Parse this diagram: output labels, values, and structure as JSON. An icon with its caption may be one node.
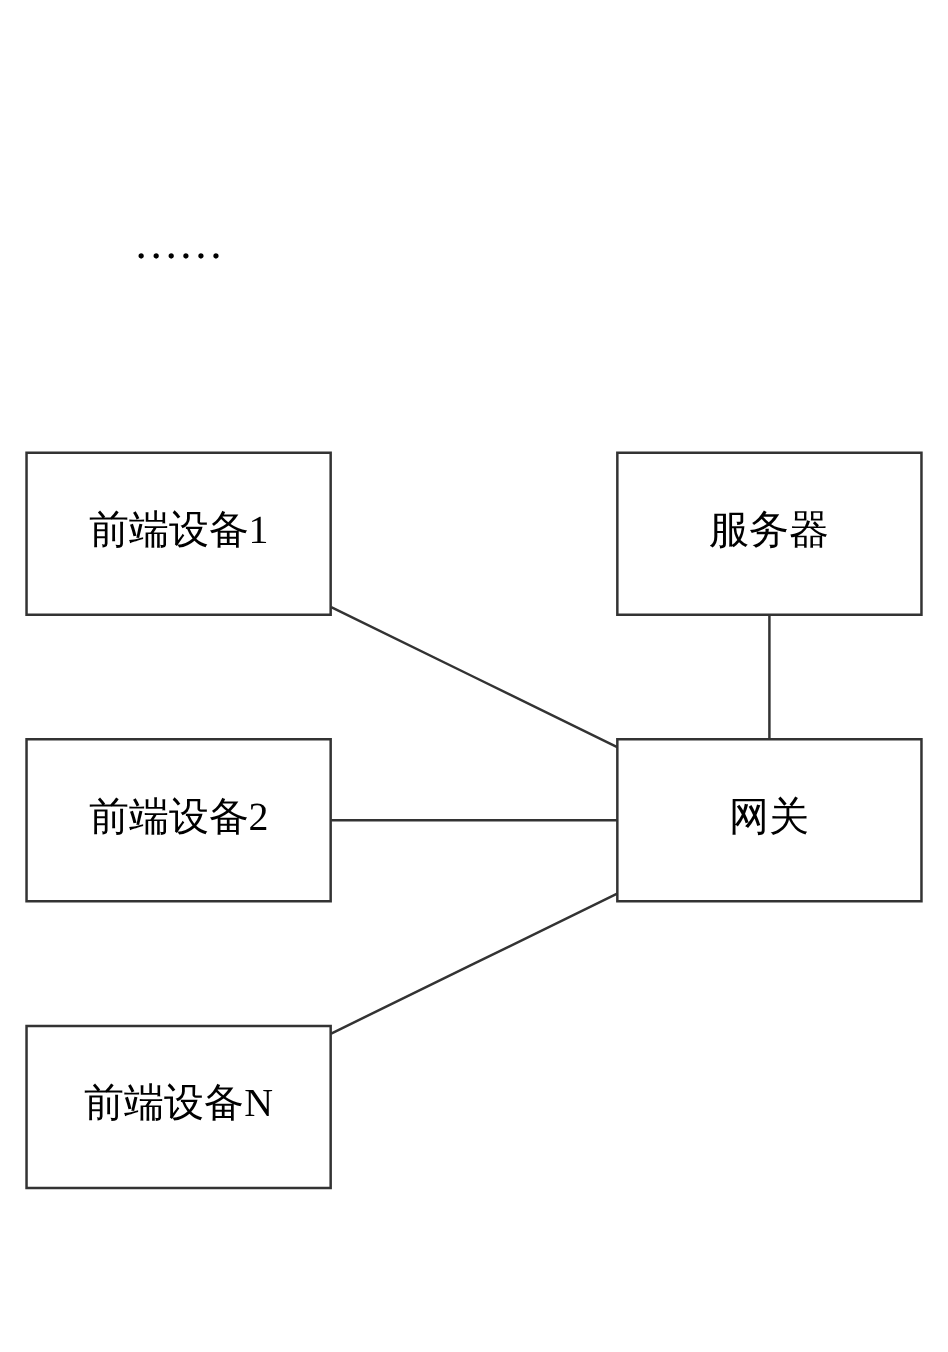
{
  "diagram": {
    "nodes": [
      {
        "text": [
          "服务器"
        ]
      },
      {
        "text": [
          "前端设备1"
        ]
      },
      {
        "text": [
          "前端设备2"
        ]
      },
      {
        "text": [
          "网关"
        ]
      },
      {
        "text": [
          "前端设备N"
        ]
      }
    ],
    "edges": [
      {
        "from": 0,
        "to": 3,
        "arrow": "none"
      },
      {
        "from": 1,
        "to": 3,
        "arrow": "none"
      },
      {
        "from": 2,
        "to": 3,
        "arrow": "none"
      },
      {
        "from": 4,
        "to": 3,
        "arrow": "none"
      }
    ],
    "labels": [
      "……"
    ]
  }
}
